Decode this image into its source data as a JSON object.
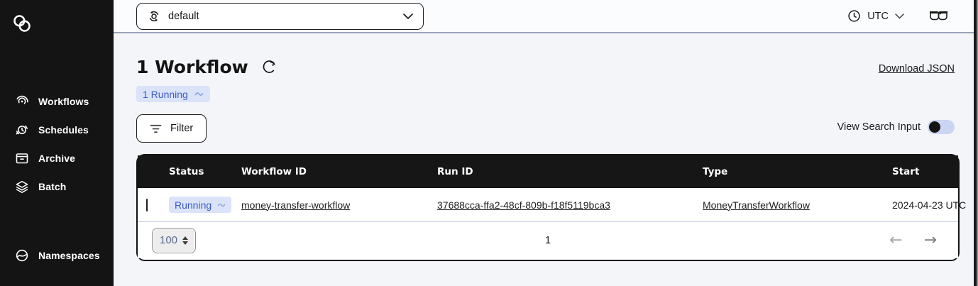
{
  "sidebar": {
    "items": [
      {
        "id": "workflows",
        "label": "Workflows"
      },
      {
        "id": "schedules",
        "label": "Schedules"
      },
      {
        "id": "archive",
        "label": "Archive"
      },
      {
        "id": "batch",
        "label": "Batch"
      }
    ],
    "bottom_items": [
      {
        "id": "namespaces",
        "label": "Namespaces"
      }
    ]
  },
  "topbar": {
    "namespace_select": {
      "value": "default"
    },
    "timezone": {
      "value": "UTC"
    }
  },
  "main": {
    "title": "1 Workflow",
    "status_summary": "1 Running",
    "download_link": "Download JSON",
    "filter_button": "Filter",
    "search_toggle_label": "View Search Input",
    "search_toggle_state": "off"
  },
  "table": {
    "columns": [
      "Status",
      "Workflow ID",
      "Run ID",
      "Type",
      "Start"
    ],
    "rows": [
      {
        "status": "Running",
        "workflow_id": "money-transfer-workflow",
        "run_id": "37688cca-ffa2-48cf-809b-f18f5119bca3",
        "type": "MoneyTransferWorkflow",
        "start": "2024-04-23 UTC"
      }
    ],
    "pagination": {
      "page_size": "100",
      "current_page": "1"
    }
  },
  "colors": {
    "sidebar_bg": "#141414",
    "table_header_bg": "#161616",
    "running_badge_bg": "#dbe3f9",
    "running_badge_text": "#3e5bc7",
    "topbar_border": "#99a2b9",
    "main_bg": "#f4f5f9"
  }
}
